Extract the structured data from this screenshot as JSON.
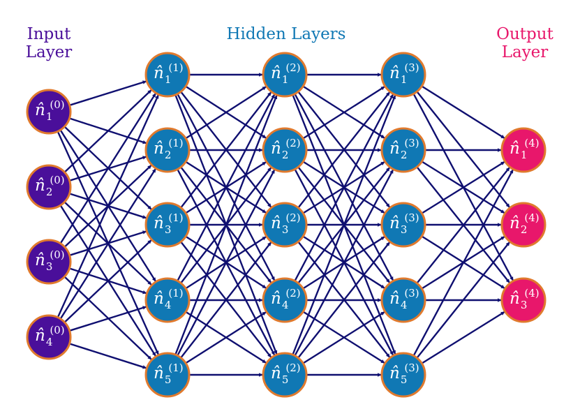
{
  "titles": {
    "input": {
      "line1": "Input",
      "line2": "Layer"
    },
    "hidden": "Hidden Layers",
    "output": {
      "line1": "Output",
      "line2": "Layer"
    }
  },
  "colors": {
    "input_node": "#4a0f9a",
    "hidden_node": "#1078b4",
    "output_node": "#e8176b",
    "node_border": "#e07a2e",
    "edge": "#0f0f70",
    "input_title": "#4a0f9a",
    "hidden_title": "#1078b4",
    "output_title": "#e8176b"
  },
  "layers": [
    {
      "index": 0,
      "kind": "input",
      "nodes": [
        {
          "base": "n̂",
          "sub": "1",
          "sup": "(0)"
        },
        {
          "base": "n̂",
          "sub": "2",
          "sup": "(0)"
        },
        {
          "base": "n̂",
          "sub": "3",
          "sup": "(0)"
        },
        {
          "base": "n̂",
          "sub": "4",
          "sup": "(0)"
        }
      ]
    },
    {
      "index": 1,
      "kind": "hidden",
      "nodes": [
        {
          "base": "n̂",
          "sub": "1",
          "sup": "(1)"
        },
        {
          "base": "n̂",
          "sub": "2",
          "sup": "(1)"
        },
        {
          "base": "n̂",
          "sub": "3",
          "sup": "(1)"
        },
        {
          "base": "n̂",
          "sub": "4",
          "sup": "(1)"
        },
        {
          "base": "n̂",
          "sub": "5",
          "sup": "(1)"
        }
      ]
    },
    {
      "index": 2,
      "kind": "hidden",
      "nodes": [
        {
          "base": "n̂",
          "sub": "1",
          "sup": "(2)"
        },
        {
          "base": "n̂",
          "sub": "2",
          "sup": "(2)"
        },
        {
          "base": "n̂",
          "sub": "3",
          "sup": "(2)"
        },
        {
          "base": "n̂",
          "sub": "4",
          "sup": "(2)"
        },
        {
          "base": "n̂",
          "sub": "5",
          "sup": "(2)"
        }
      ]
    },
    {
      "index": 3,
      "kind": "hidden",
      "nodes": [
        {
          "base": "n̂",
          "sub": "1",
          "sup": "(3)"
        },
        {
          "base": "n̂",
          "sub": "2",
          "sup": "(3)"
        },
        {
          "base": "n̂",
          "sub": "3",
          "sup": "(3)"
        },
        {
          "base": "n̂",
          "sub": "4",
          "sup": "(3)"
        },
        {
          "base": "n̂",
          "sub": "5",
          "sup": "(3)"
        }
      ]
    },
    {
      "index": 4,
      "kind": "output",
      "nodes": [
        {
          "base": "n̂",
          "sub": "1",
          "sup": "(4)"
        },
        {
          "base": "n̂",
          "sub": "2",
          "sup": "(4)"
        },
        {
          "base": "n̂",
          "sub": "3",
          "sup": "(4)"
        }
      ]
    }
  ],
  "connectivity": "fully-connected"
}
